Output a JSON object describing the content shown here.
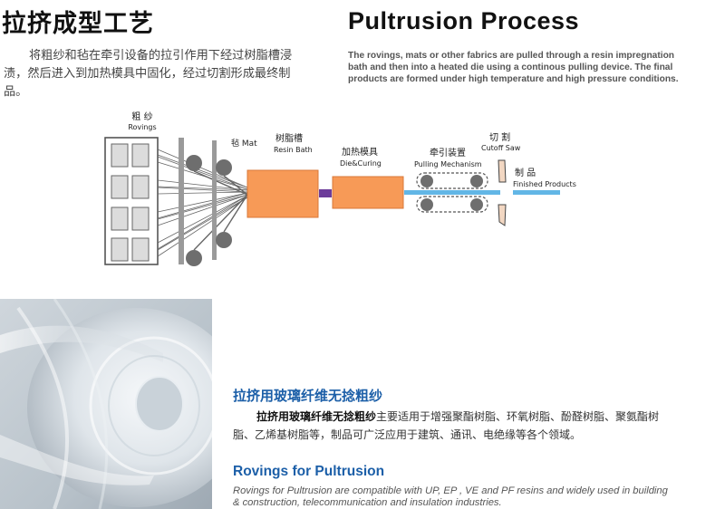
{
  "header": {
    "title_cn": "拉挤成型工艺",
    "title_en": "Pultrusion Process"
  },
  "intro": {
    "desc_cn": "将粗纱和毡在牵引设备的拉引作用下经过树脂槽浸渍，然后进入到加热模具中固化，经过切割形成最终制品。",
    "desc_en": "The rovings, mats or other fabrics are pulled through a resin impregnation bath and then into a heated die using a continous pulling device. The final products are formed under high temperature and high pressure conditions."
  },
  "diagram": {
    "rovings_cn": "粗 纱",
    "rovings_en": "Rovings",
    "mat_label": "毡 Mat",
    "resin_cn": "树脂槽",
    "resin_en": "Resin Bath",
    "die_cn": "加热模具",
    "die_en": "Die&Curing",
    "pulling_cn": "牵引装置",
    "pulling_en": "Pulling Mechanism",
    "saw_cn": "切 割",
    "saw_en": "Cutoff Saw",
    "finished_cn": "制 品",
    "finished_en": "Finished Products",
    "colors": {
      "orange": "#f79a57",
      "orange_stroke": "#d9783a",
      "blue_rod": "#62b6e6",
      "purple_link": "#6c3c9a",
      "roller": "#6e6e6e",
      "plate": "#9a9a9a"
    }
  },
  "product": {
    "title_cn": "拉挤用玻璃纤维无捻粗纱",
    "desc_cn_bold": "拉挤用玻璃纤维无捻粗纱",
    "desc_cn_rest": "主要适用于增强聚酯树脂、环氧树脂、酚醛树脂、聚氨酯树脂、乙烯基树脂等，制品可广泛应用于建筑、通讯、电绝缘等各个领域。",
    "title_en": "Rovings for Pultrusion",
    "desc_en": "Rovings for Pultrusion are compatible with UP, EP , VE and PF resins and widely used in building & construction, telecommunication and insulation industries."
  }
}
